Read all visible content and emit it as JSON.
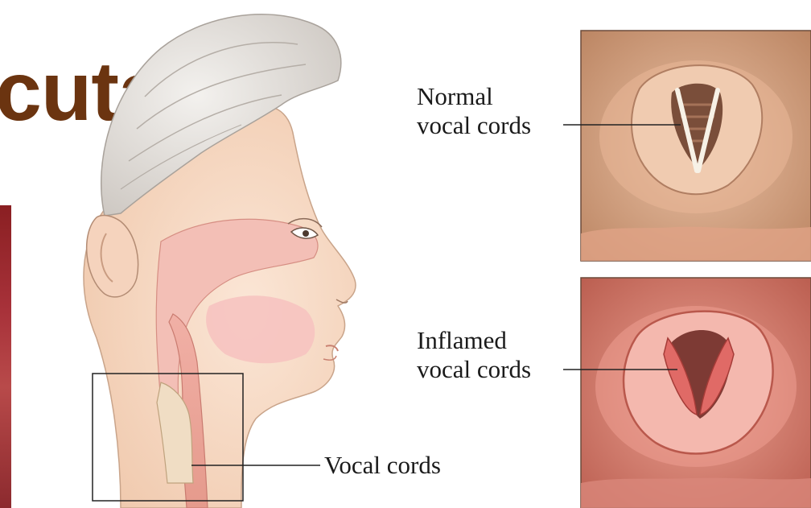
{
  "title_fragment": "cuta",
  "labels": {
    "normal": [
      "Normal",
      "vocal cords"
    ],
    "inflamed": [
      "Inflamed",
      "vocal cords"
    ],
    "vocal_cords": "Vocal cords"
  },
  "colors": {
    "title": "#6b3410",
    "skin": "#f6d9c3",
    "hair": "#e4e0dc",
    "tissue": "#f2b3ae",
    "normal_bg": "#d9a688",
    "inflamed_bg": "#d9806f"
  }
}
